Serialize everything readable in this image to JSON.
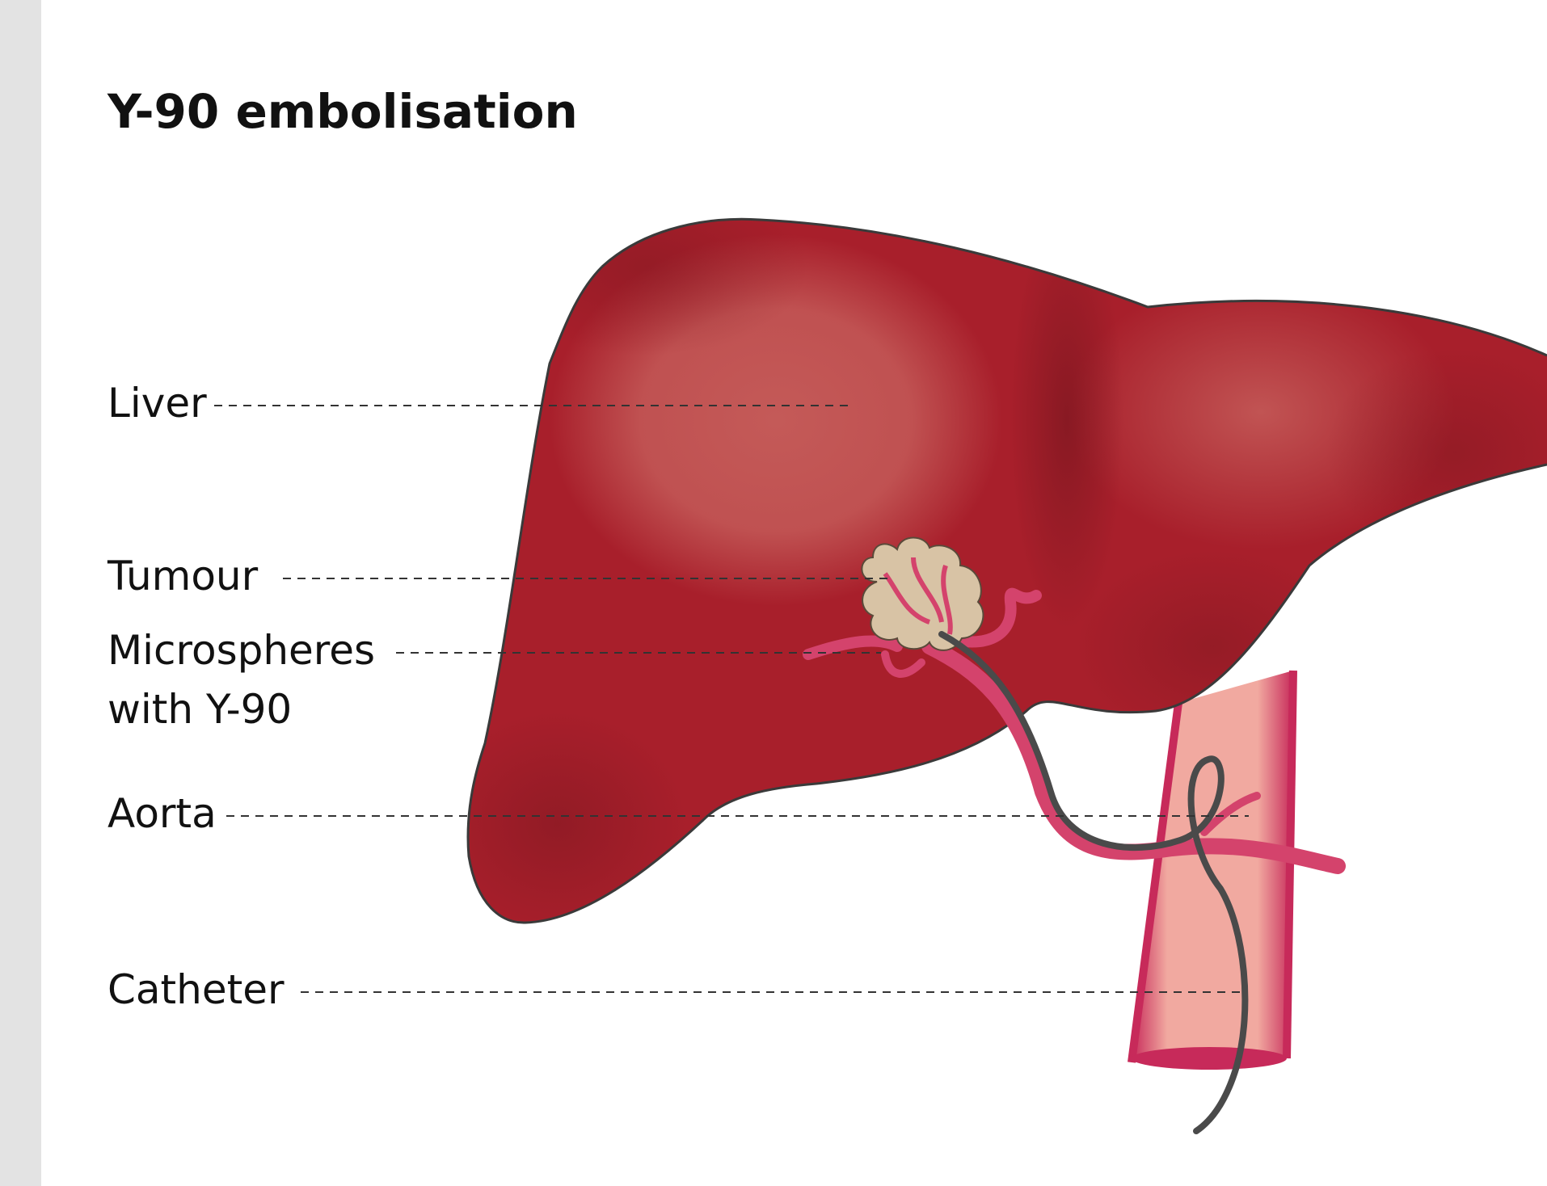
{
  "title": "Y-90 embolisation",
  "labels": {
    "liver": "Liver",
    "tumour": "Tumour",
    "microspheres_line1": "Microspheres",
    "microspheres_line2": "with Y-90",
    "aorta": "Aorta",
    "catheter": "Catheter"
  },
  "colors": {
    "liver_dark": "#8e1a24",
    "liver_mid": "#a81f2b",
    "liver_highlight": "#c45a58",
    "aorta_edge": "#c72a5a",
    "aorta_core": "#f1a9a0",
    "vessel": "#d4436c",
    "tumour": "#d8c3a5",
    "catheter": "#4a4a4a",
    "outline": "#3a3a3a",
    "leader_line": "#333333",
    "sidebar": "#e3e3e3"
  }
}
